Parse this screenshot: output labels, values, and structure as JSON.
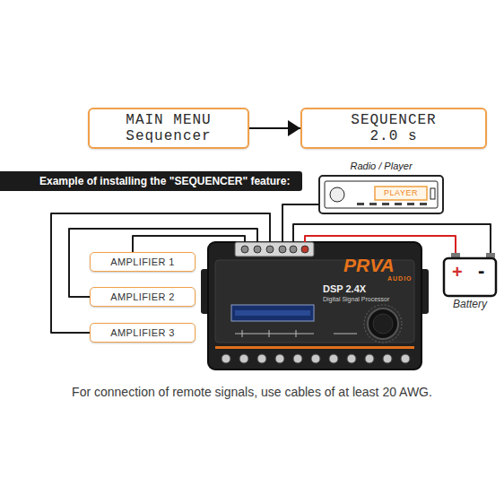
{
  "diagram": {
    "caption": "For connection of remote signals, use cables of at least 20 AWG.",
    "nodes": [
      {
        "text": [
          "MAIN MENU",
          "Sequencer"
        ]
      },
      {
        "text": [
          "SEQUENCER",
          "2.0 s"
        ]
      },
      {
        "text": [
          "Example of installing the \"SEQUENCER\" feature:"
        ]
      },
      {
        "text": [
          "Radio / Player",
          "PLAYER"
        ]
      },
      {
        "text": [
          "AMPLIFIER 1"
        ]
      },
      {
        "text": [
          "AMPLIFIER 2"
        ]
      },
      {
        "text": [
          "AMPLIFIER 3"
        ]
      },
      {
        "text": [
          "PRVA",
          "AUDIO",
          "DSP 2.4X",
          "Digital Signal Processor"
        ]
      },
      {
        "text": [
          "+",
          "-",
          "Battery"
        ]
      }
    ],
    "edges": [
      {
        "from": 0,
        "to": 1,
        "arrow": "to"
      },
      {
        "from": 7,
        "to": 4,
        "arrow": "none"
      },
      {
        "from": 7,
        "to": 5,
        "arrow": "none"
      },
      {
        "from": 7,
        "to": 6,
        "arrow": "none"
      },
      {
        "from": 3,
        "to": 7,
        "arrow": "none"
      },
      {
        "from": 8,
        "to": 7,
        "arrow": "none"
      },
      {
        "from": 8,
        "to": 7,
        "arrow": "none"
      }
    ]
  }
}
